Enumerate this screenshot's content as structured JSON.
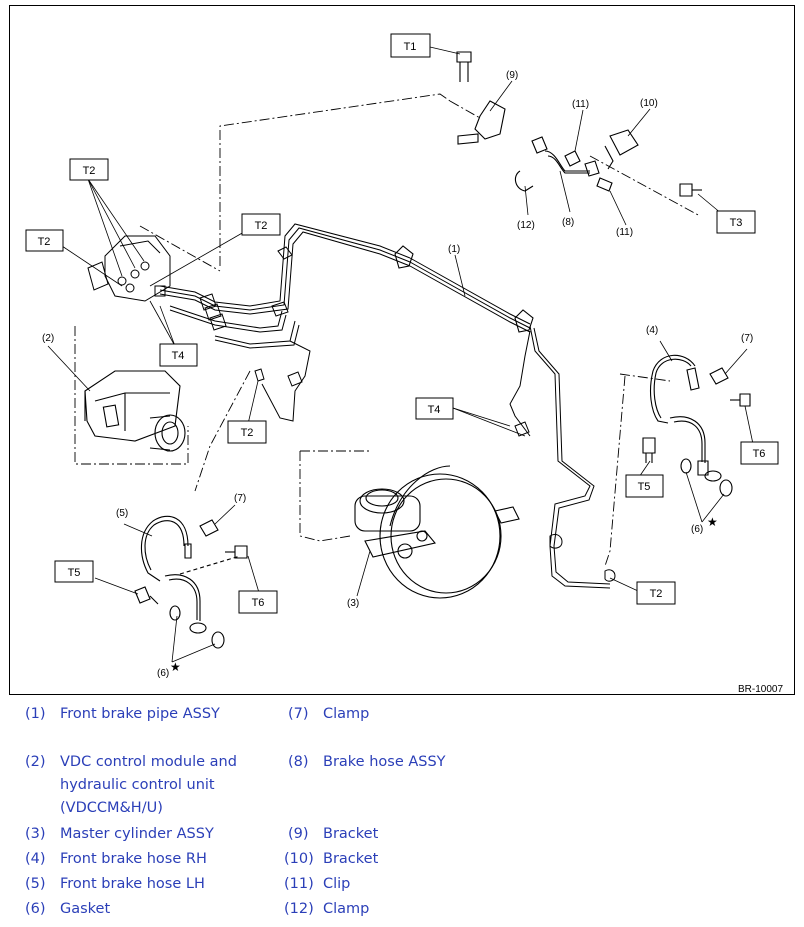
{
  "figure_id": "BR-10007",
  "torque_labels": {
    "t1": "T1",
    "t2": "T2",
    "t3": "T3",
    "t4": "T4",
    "t5": "T5",
    "t6": "T6"
  },
  "part_numbers": {
    "p1": "(1)",
    "p2": "(2)",
    "p3": "(3)",
    "p4": "(4)",
    "p5": "(5)",
    "p6": "(6)",
    "p7": "(7)",
    "p8": "(8)",
    "p9": "(9)",
    "p10": "(10)",
    "p11": "(11)",
    "p12": "(12)"
  },
  "star_symbol": "★",
  "legend": [
    {
      "num": "(1)",
      "text": "Front brake pipe ASSY"
    },
    {
      "num": "(2)",
      "text": "VDC control module and hydraulic control unit (VDCCM&H/U)"
    },
    {
      "num": "(3)",
      "text": "Master cylinder ASSY"
    },
    {
      "num": "(4)",
      "text": "Front brake hose RH"
    },
    {
      "num": "(5)",
      "text": "Front brake hose LH"
    },
    {
      "num": "(6)",
      "text": "Gasket"
    },
    {
      "num": "(7)",
      "text": "Clamp"
    },
    {
      "num": "(8)",
      "text": "Brake hose ASSY"
    },
    {
      "num": "(9)",
      "text": "Bracket"
    },
    {
      "num": "(10)",
      "text": "Bracket"
    },
    {
      "num": "(11)",
      "text": "Clip"
    },
    {
      "num": "(12)",
      "text": "Clamp"
    }
  ],
  "colors": {
    "legend_text": "#2b3fb8",
    "line": "#000000"
  }
}
